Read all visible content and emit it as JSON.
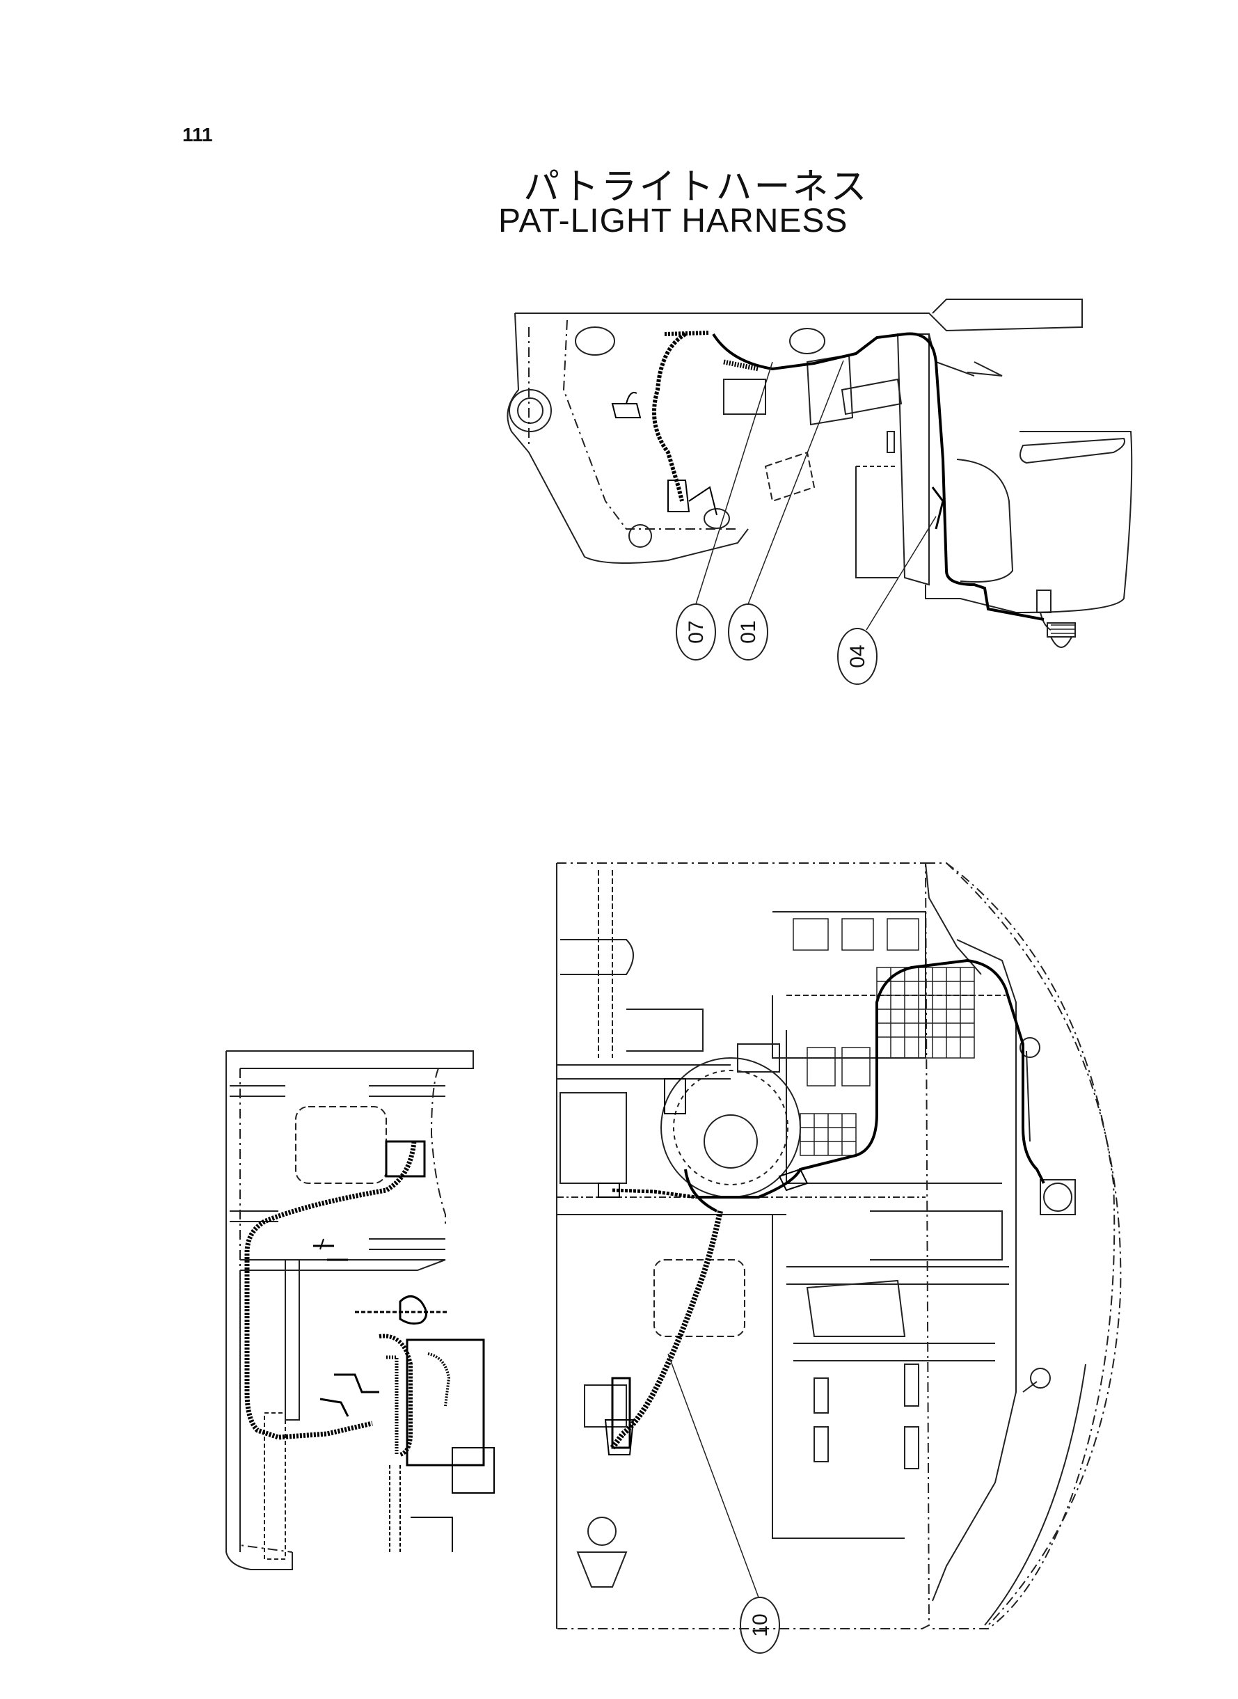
{
  "page": {
    "number": "111"
  },
  "title": {
    "japanese": "パトライトハーネス",
    "english": "PAT-LIGHT  HARNESS"
  },
  "callouts": [
    {
      "id": "07",
      "label": "07"
    },
    {
      "id": "01",
      "label": "01"
    },
    {
      "id": "04",
      "label": "04"
    },
    {
      "id": "10",
      "label": "10"
    }
  ]
}
